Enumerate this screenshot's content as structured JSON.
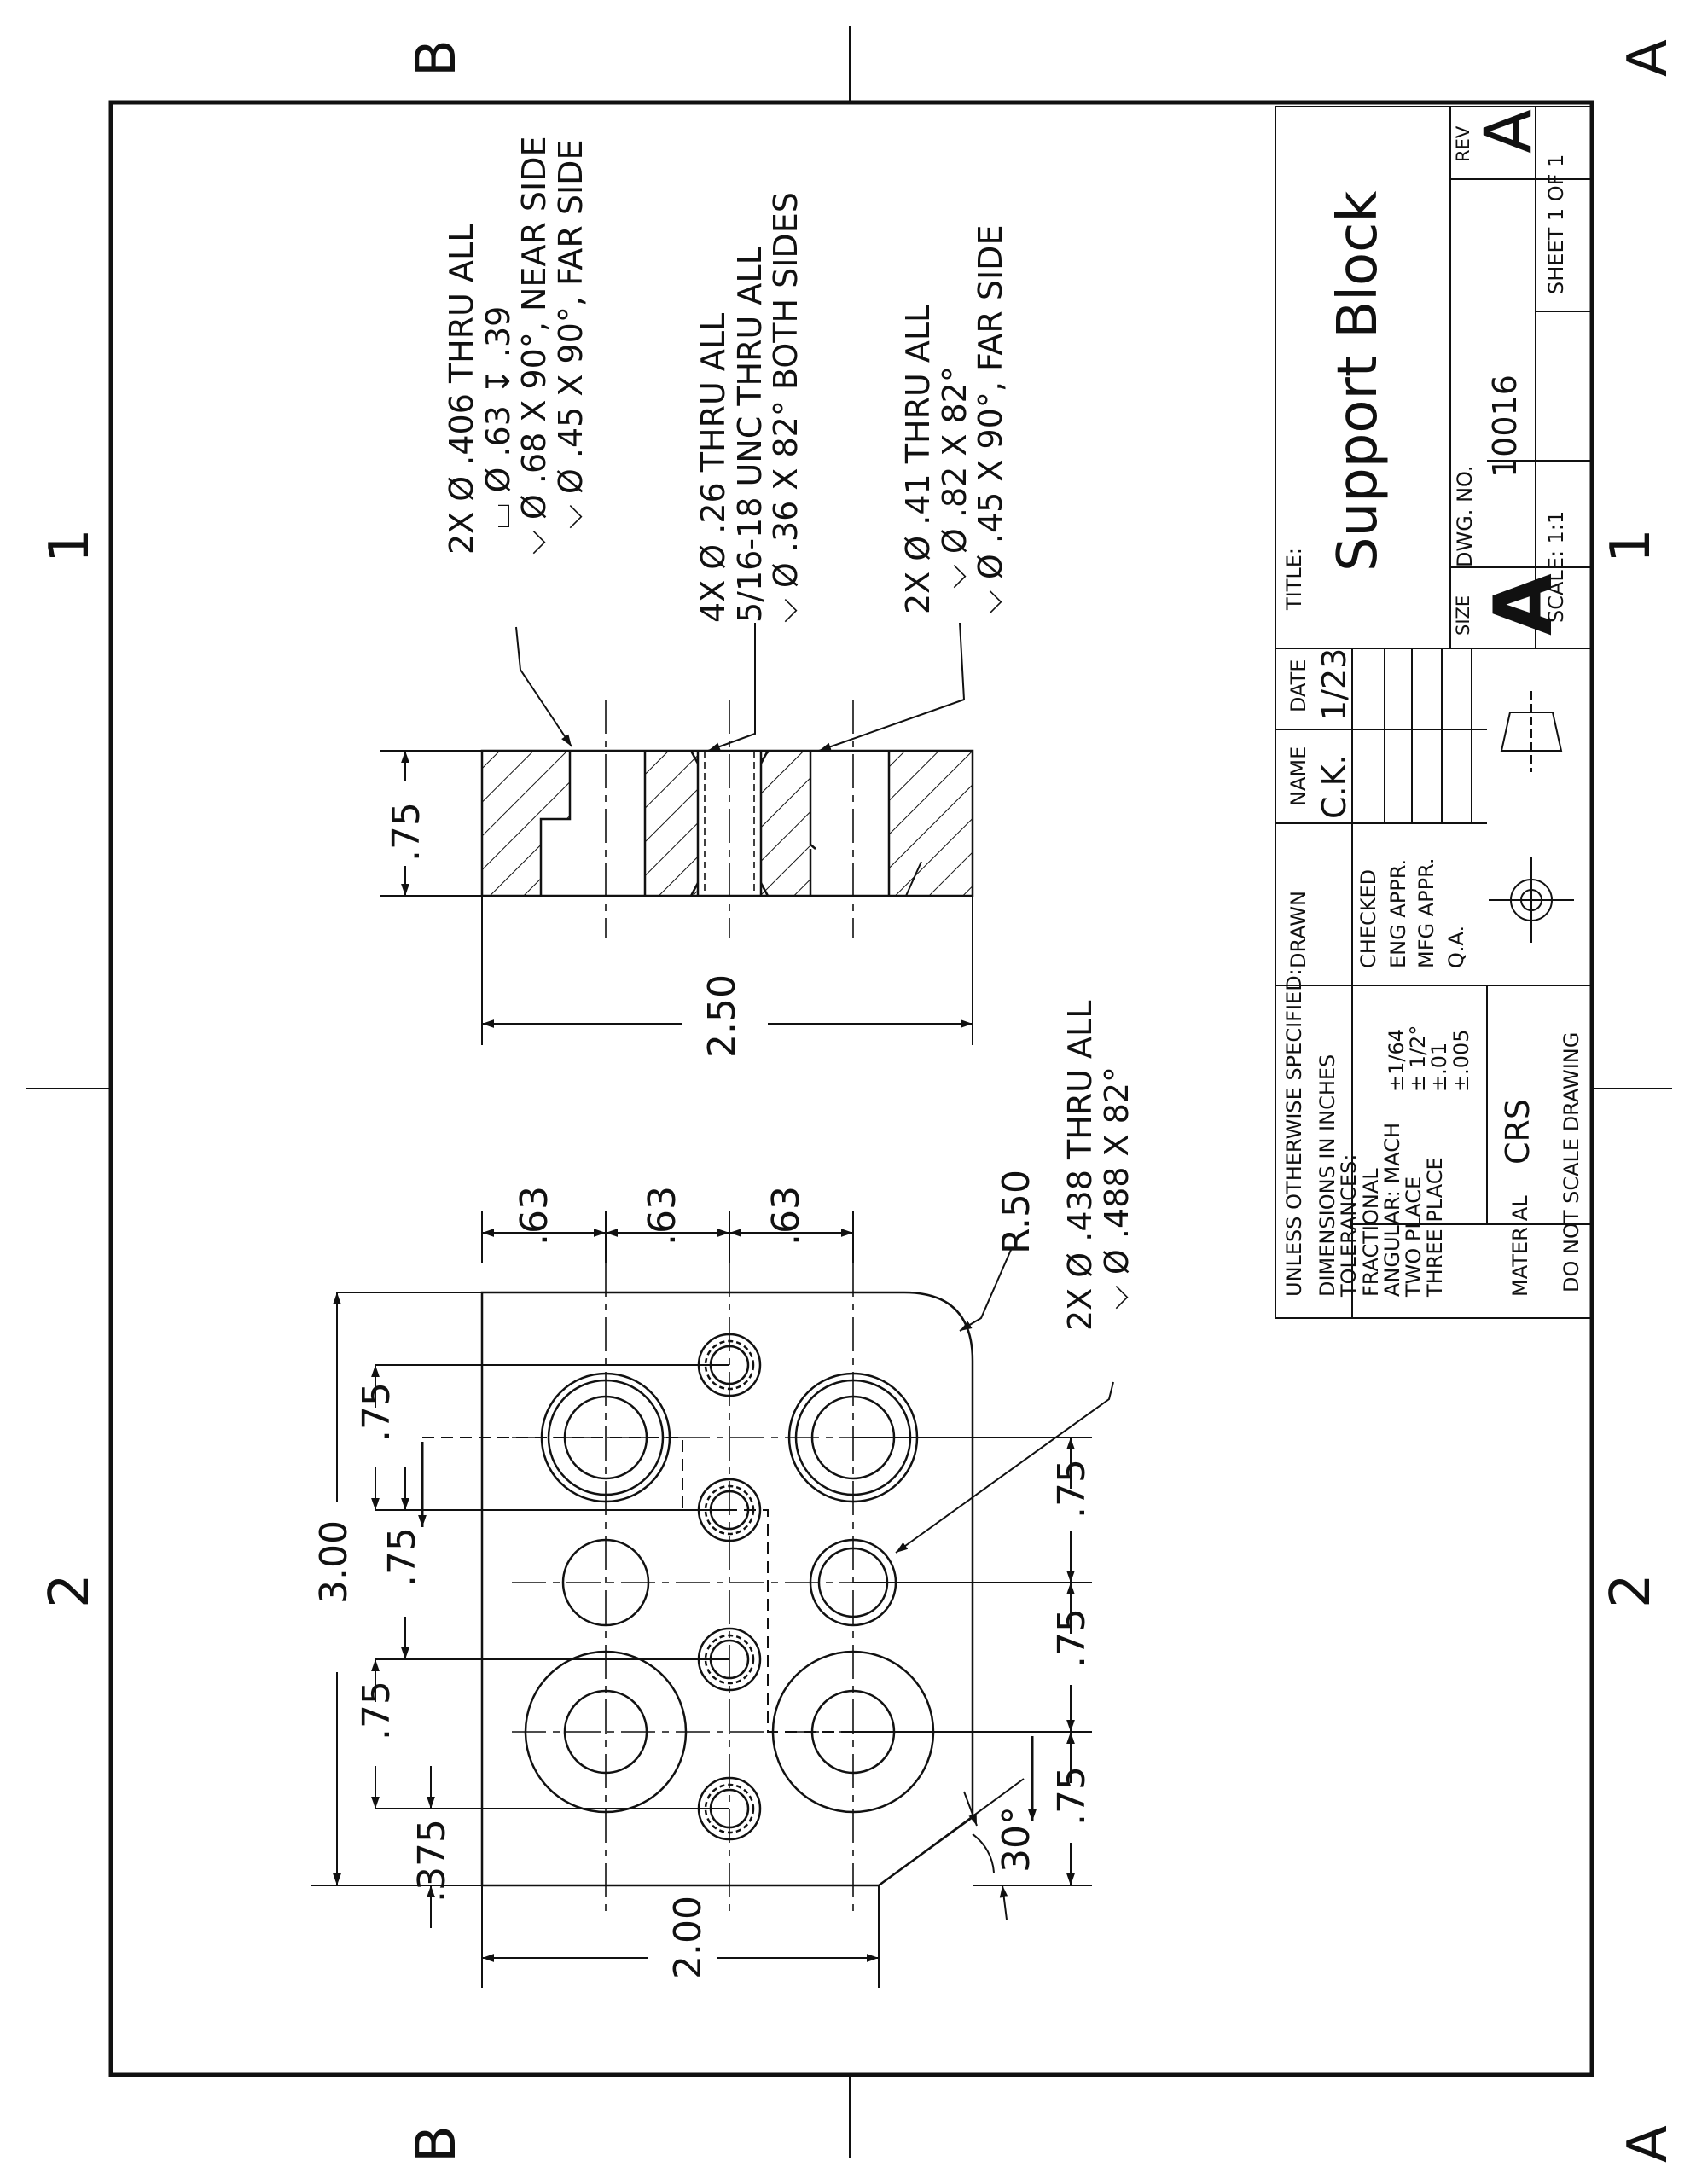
{
  "border_zones": {
    "cols": [
      "2",
      "1"
    ],
    "rows": [
      "B",
      "A"
    ]
  },
  "plan_view": {
    "dim_overall_length": "3.00",
    "dim_overall_width": "2.00",
    "dim_hole_spacing_top": ".63",
    "dim_hole_spacing_mid": ".63",
    "dim_hole_spacing_bot": ".63",
    "dim_v1": ".75",
    "dim_v2": ".75",
    "dim_v3": ".75",
    "dim_edge_offset": ".375",
    "dim_h1": ".75",
    "dim_h2": ".75",
    "dim_h3": ".75",
    "corner_radius": "R.50",
    "chamfer_angle": "30°",
    "callout_2x_438": [
      "2X Ø .438 THRU ALL",
      "⌵ Ø .488 X 82°"
    ]
  },
  "section_view": {
    "dim_thickness": ".75",
    "dim_width": "2.50",
    "callout_406": [
      "2X Ø .406 THRU ALL",
      "⌴ Ø .63 ↧ .39",
      "⌵ Ø .68 X 90°, NEAR SIDE",
      "⌵ Ø .45 X 90°, FAR SIDE"
    ],
    "callout_tapped": [
      "4X Ø .26 THRU ALL",
      "5/16-18 UNC  THRU ALL",
      "⌵ Ø .36 X 82° BOTH SIDES"
    ],
    "callout_41": [
      "2X Ø .41 THRU ALL",
      "⌵ Ø .82 X 82°",
      "⌵ Ø .45 X 90°, FAR SIDE"
    ]
  },
  "title_block": {
    "notes": [
      "UNLESS OTHERWISE SPECIFIED:",
      "DIMENSIONS IN INCHES",
      "TOLERANCES:",
      "FRACTIONAL",
      "ANGULAR: MACH",
      "TWO PLACE",
      "THREE PLACE"
    ],
    "tol_values": [
      "±1/64",
      "± 1/2°",
      "±.01",
      "±.005"
    ],
    "material_label": "MATERIAL",
    "material_value": "CRS",
    "do_not_scale": "DO NOT SCALE DRAWING",
    "col_name": "NAME",
    "col_date": "DATE",
    "row_drawn": "DRAWN",
    "row_checked": "CHECKED",
    "row_eng_appr": "ENG APPR.",
    "row_mfg_appr": "MFG APPR.",
    "row_qa": "Q.A.",
    "drawn_name": "C.K.",
    "drawn_date": "1/23",
    "title_label": "TITLE:",
    "title": "Support Block",
    "size_label": "SIZE",
    "size_value": "A",
    "dwg_no_label": "DWG.  NO.",
    "dwg_no": "10016",
    "rev_label": "REV",
    "rev_value": "A",
    "scale": "SCALE: 1:1",
    "sheet": "SHEET 1 OF 1"
  }
}
